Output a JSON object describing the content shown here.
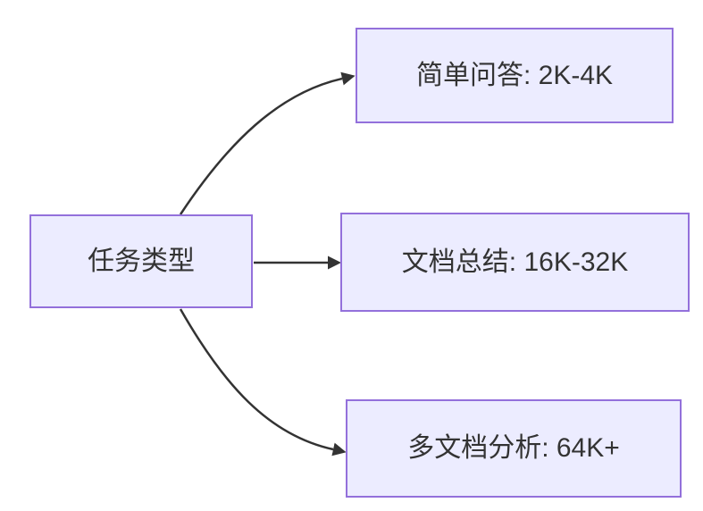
{
  "diagram": {
    "type": "flowchart",
    "direction": "left-to-right",
    "root": {
      "label": "任务类型"
    },
    "branches": [
      {
        "label": "简单问答: 2K-4K"
      },
      {
        "label": "文档总结: 16K-32K"
      },
      {
        "label": "多文档分析: 64K+"
      }
    ],
    "colors": {
      "node_fill": "#ECECFF",
      "node_border": "#9370DB",
      "edge": "#333333",
      "text": "#333333",
      "background": "#FFFFFF"
    }
  }
}
